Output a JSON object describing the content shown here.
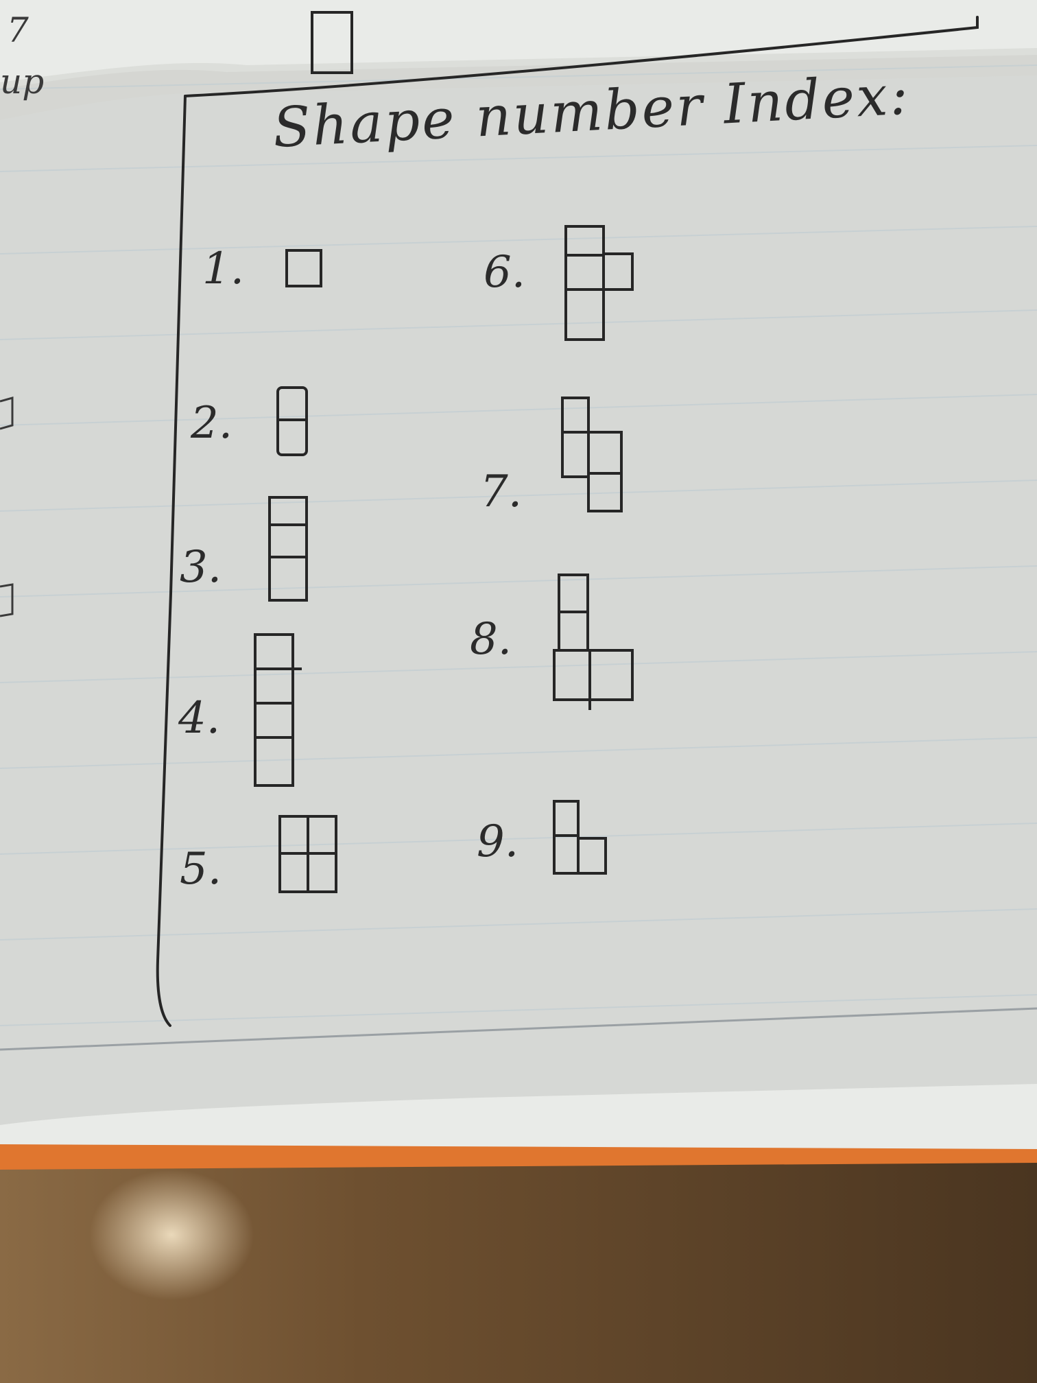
{
  "page": {
    "title": "Shape number Index:",
    "margin_marks": [
      "7",
      "up"
    ]
  },
  "entries": [
    {
      "number": "1.",
      "label": "1.",
      "cells": 1
    },
    {
      "number": "2.",
      "label": "2.",
      "cells": 2
    },
    {
      "number": "3.",
      "label": "3.",
      "cells": 3
    },
    {
      "number": "4.",
      "label": "4.",
      "cells": 4
    },
    {
      "number": "5.",
      "label": "5.",
      "cells": 4
    },
    {
      "number": "6.",
      "label": "6.",
      "cells": 4
    },
    {
      "number": "7.",
      "label": "7.",
      "cells": 4
    },
    {
      "number": "8.",
      "label": "8.",
      "cells": 4
    },
    {
      "number": "9.",
      "label": "9.",
      "cells": 3
    }
  ],
  "colors": {
    "paper": "#e9ebe8",
    "paper_shadow": "#c4c6c2",
    "ink": "#2b2b2b",
    "ruled_line": "#c9d2d6",
    "notebook_edge": "#e0762f",
    "desk": "#7a5a36"
  }
}
